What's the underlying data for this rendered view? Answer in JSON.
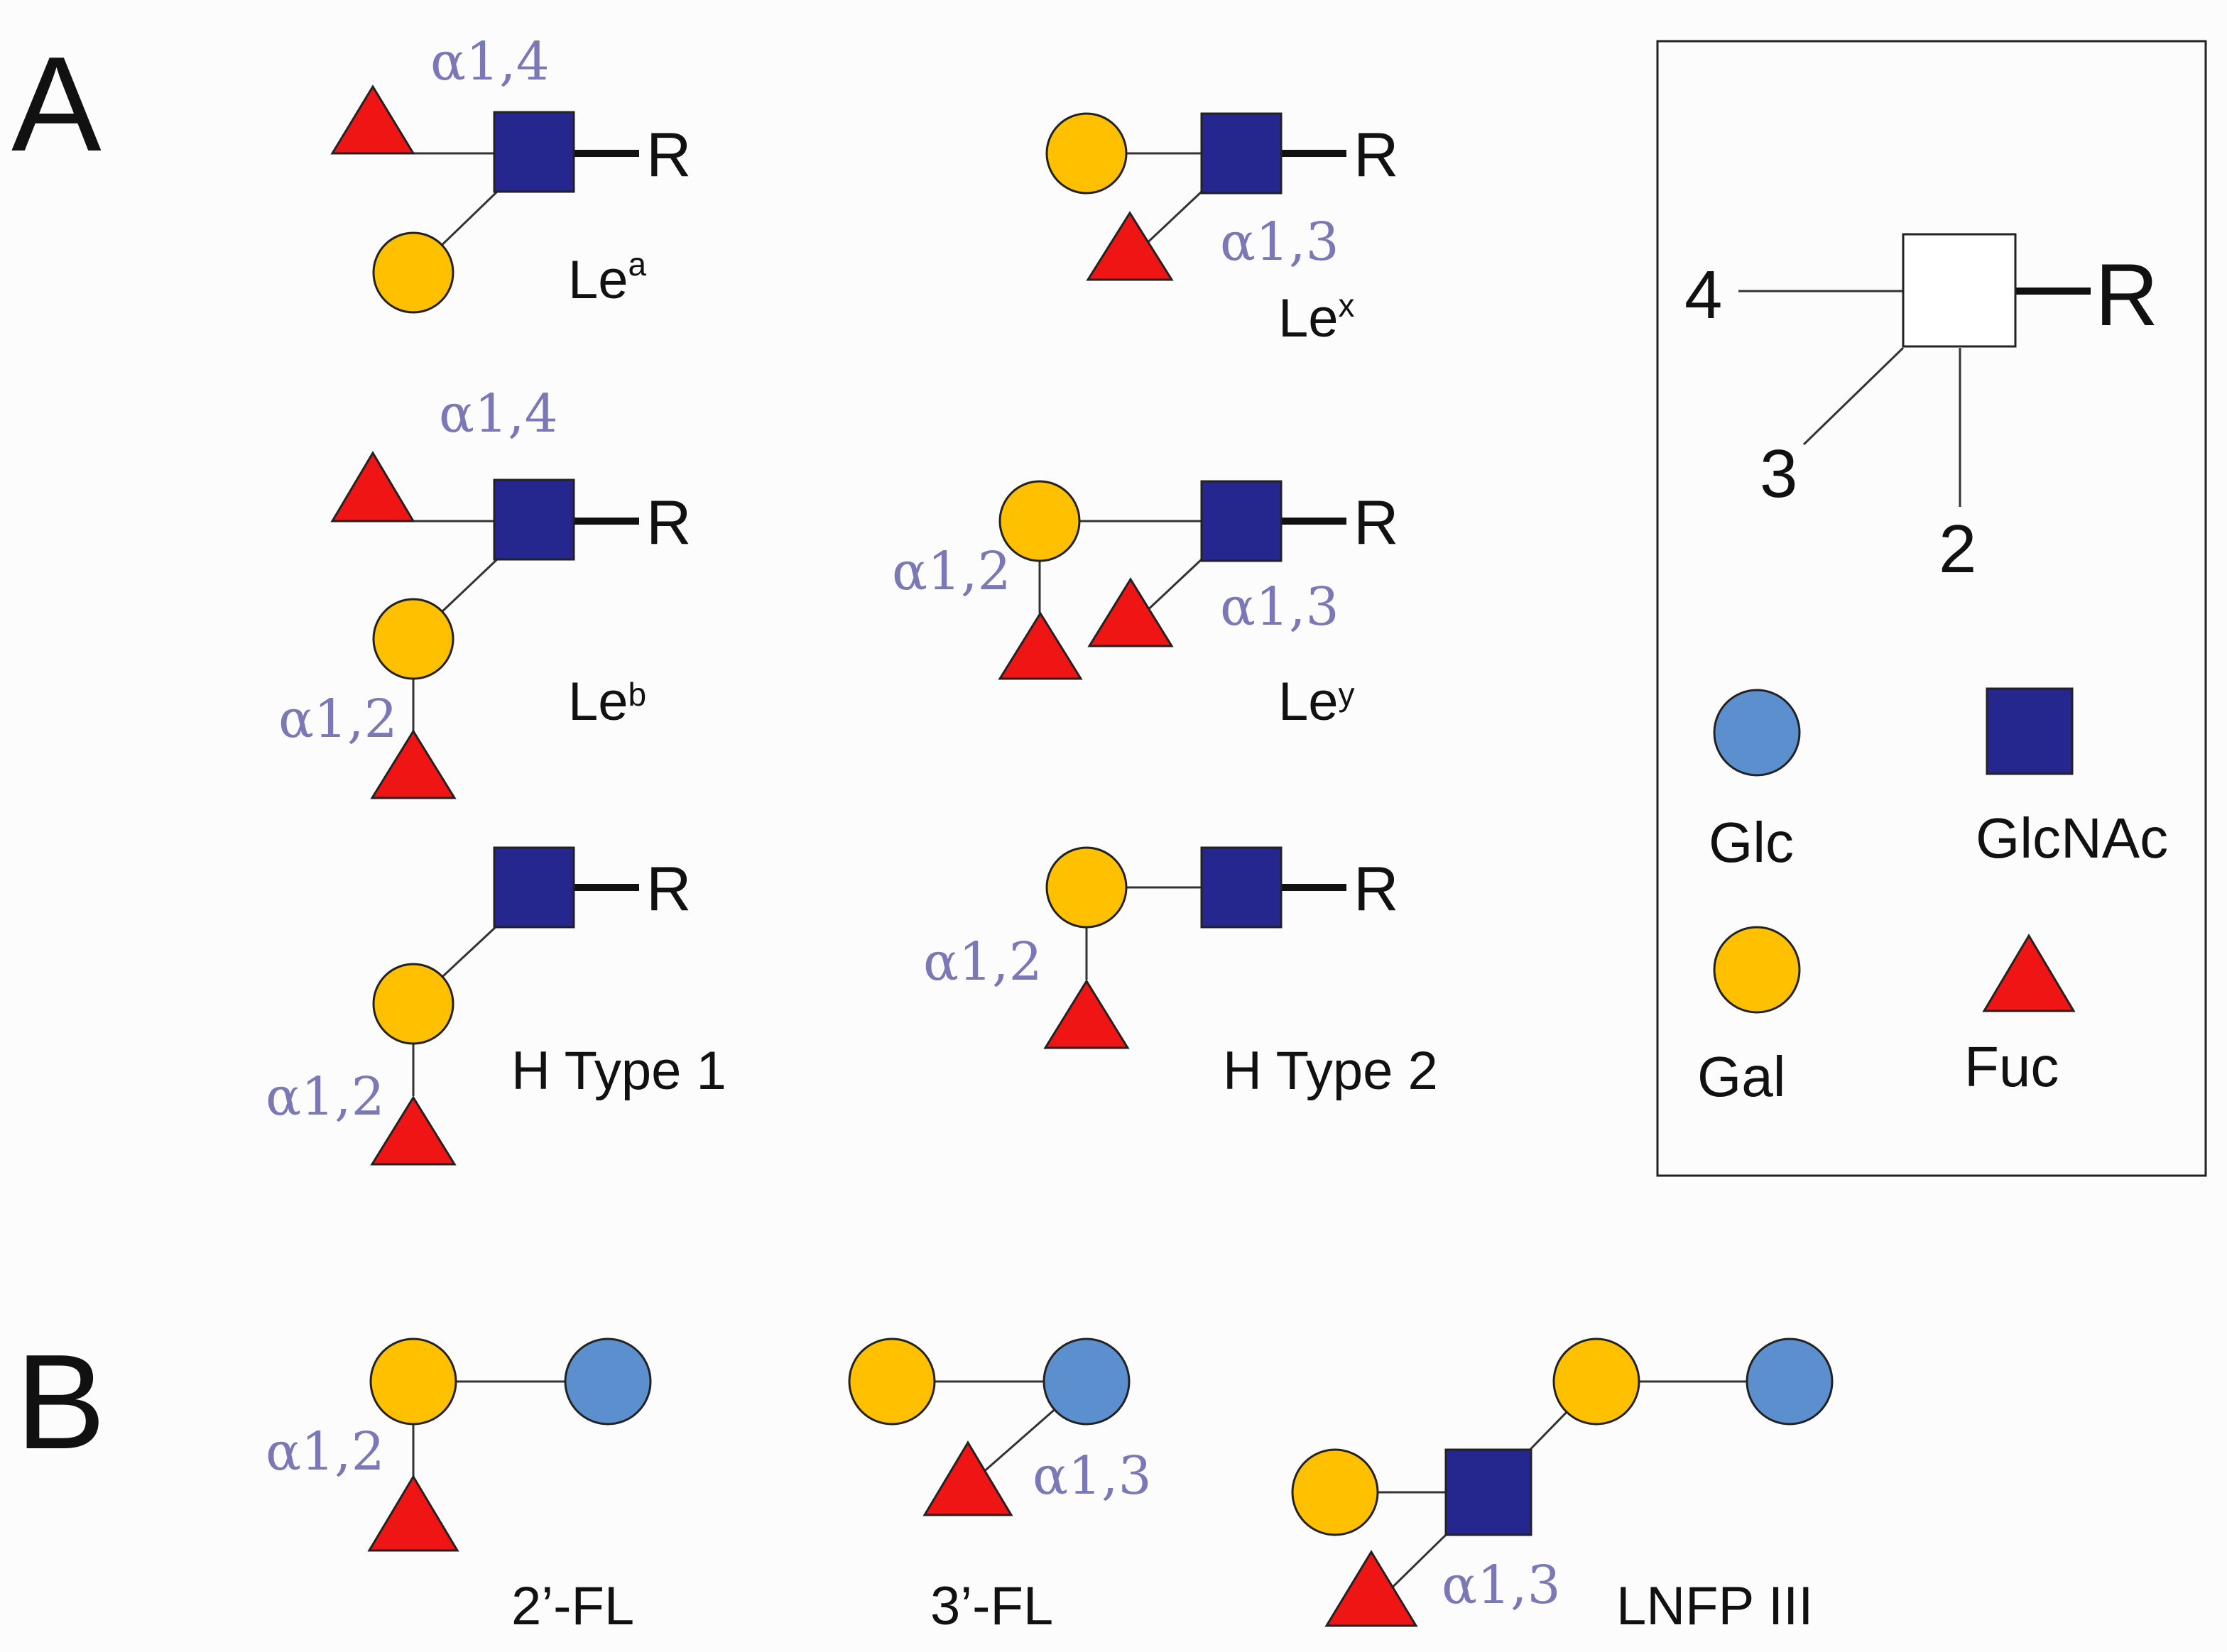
{
  "panels": {
    "a": "A",
    "b": "B"
  },
  "root_label": "R",
  "structures": {
    "lea": {
      "name": "Le",
      "sup": "a",
      "fuc_link": "α1,4"
    },
    "lex": {
      "name": "Le",
      "sup": "x",
      "fuc_link": "α1,3"
    },
    "leb": {
      "name": "Le",
      "sup": "b",
      "fuc_link": "α1,4",
      "gal_fuc_link": "α1,2"
    },
    "ley": {
      "name": "Le",
      "sup": "y",
      "gal_fuc_link": "α1,2",
      "fuc_link": "α1,3"
    },
    "htype1": {
      "name": "H Type 1",
      "gal_fuc_link": "α1,2"
    },
    "htype2": {
      "name": "H Type 2",
      "gal_fuc_link": "α1,2"
    },
    "fl2": {
      "name": "2’-FL",
      "link": "α1,2"
    },
    "fl3": {
      "name": "3’-FL",
      "link": "α1,3"
    },
    "lnfp3": {
      "name": "LNFP III",
      "link": "α1,3"
    }
  },
  "legend": {
    "positions": {
      "p4": "4",
      "p3": "3",
      "p2": "2"
    },
    "r": "R",
    "items": {
      "glc": "Glc",
      "glcnac": "GlcNAc",
      "gal": "Gal",
      "fuc": "Fuc"
    }
  },
  "colors": {
    "gal": "#ffc000",
    "glc": "#5b8fce",
    "glcnac": "#25278f",
    "fuc": "#ef1515",
    "link_label": "#7b78b6"
  }
}
